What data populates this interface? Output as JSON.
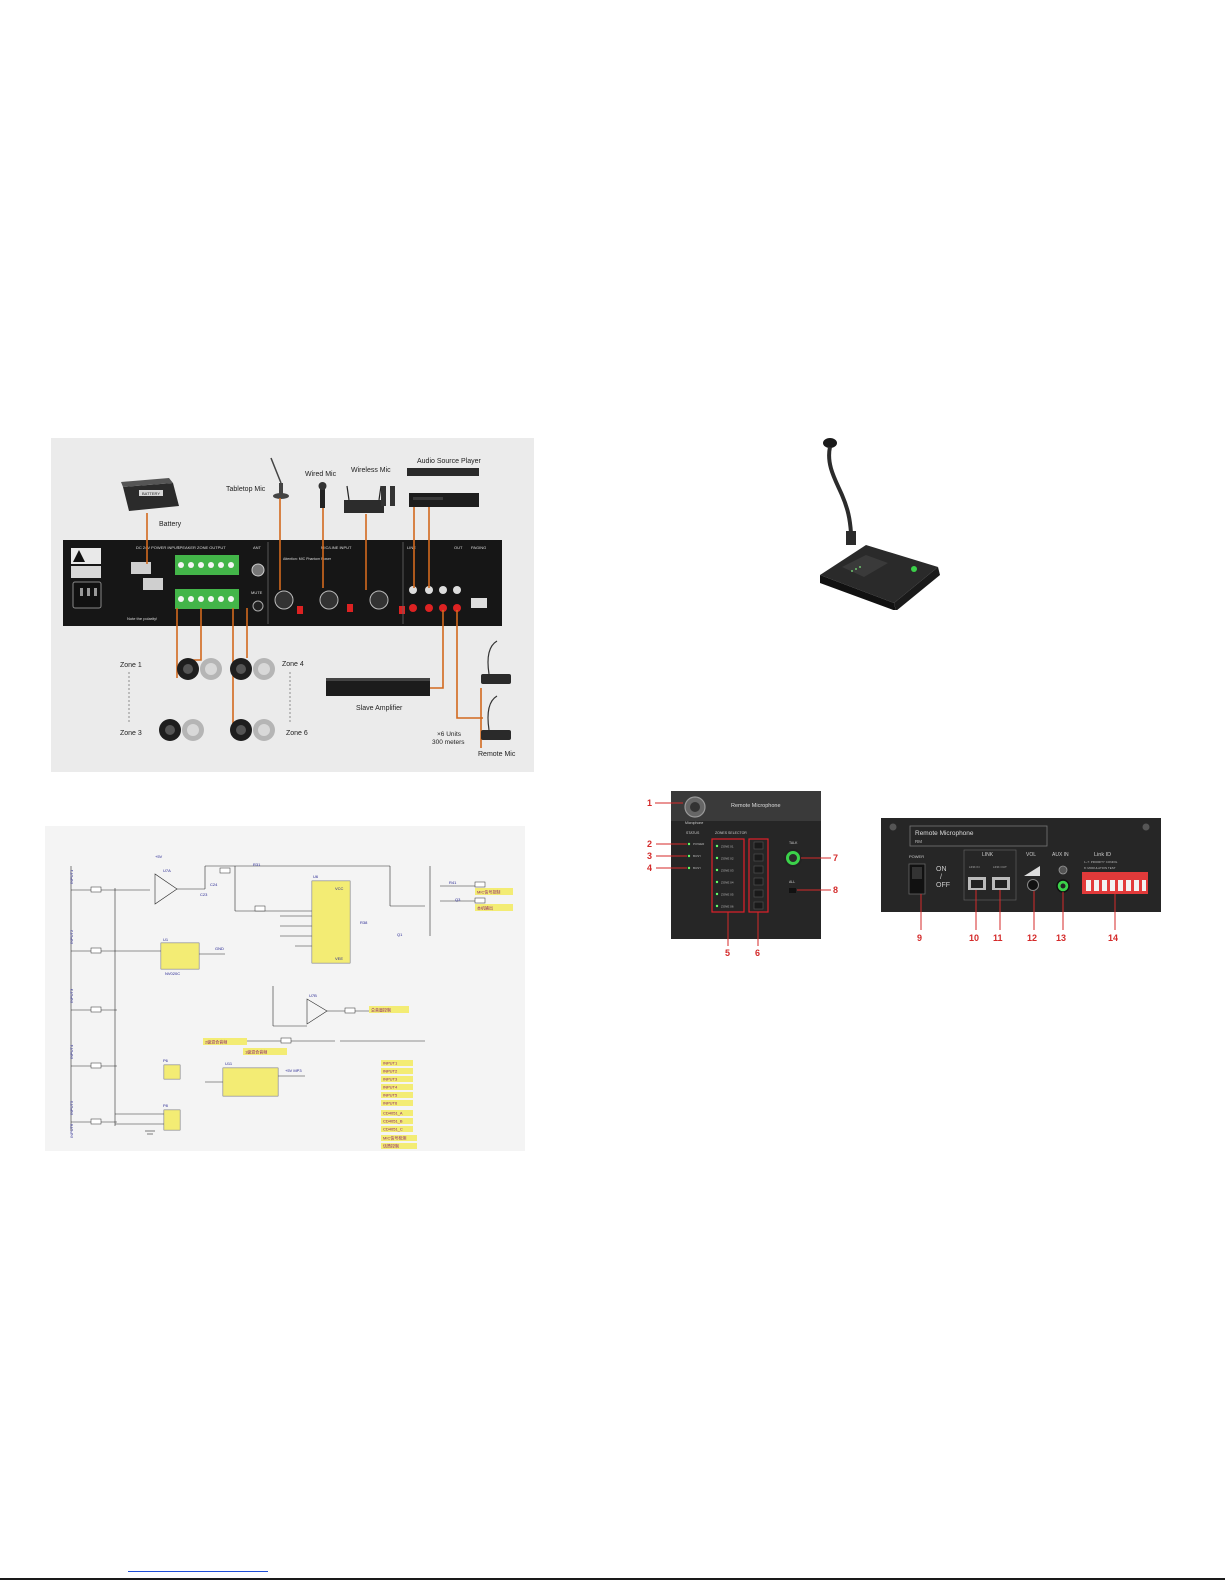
{
  "wiring": {
    "battery": "Battery",
    "battery_brand": "BATTERY",
    "tabletop_mic": "Tabletop Mic",
    "wired_mic": "Wired Mic",
    "wireless_mic": "Wireless Mic",
    "audio_player": "Audio Source Player",
    "zone1": "Zone 1",
    "zone3": "Zone 3",
    "zone4": "Zone 4",
    "zone6": "Zone 6",
    "slave_amp": "Slave Amplifier",
    "units": "×6 Units",
    "meters": "300 meters",
    "remote_mic": "Remote Mic",
    "panel": {
      "power_input": "DC 24V POWER INPUT",
      "speaker_output": "SPEAKER ZONE OUTPUT",
      "ant": "ANT",
      "mic_line_input": "MIC/LINE INPUT",
      "line": "LINE",
      "out": "OUT",
      "paging": "PAGING",
      "mute": "MUTE",
      "note": "Note the polarity!",
      "attention": "Attention: MIC Phantom Power"
    }
  },
  "remote_front": {
    "title": "Remote Microphone",
    "mic_label": "Microphone",
    "status_header": "STATUS",
    "status_items": [
      "POWER",
      "BUSY",
      "BUSY"
    ],
    "zone_header": "ZONES SELECTOR",
    "zones": [
      "ZONE 01",
      "ZONE 02",
      "ZONE 03",
      "ZONE 04",
      "ZONE 05",
      "ZONE 06"
    ],
    "talk": "TALK",
    "all": "ALL",
    "callouts": [
      "1",
      "2",
      "3",
      "4",
      "5",
      "6",
      "7",
      "8"
    ]
  },
  "remote_rear": {
    "title": "Remote Microphone",
    "model": "RM",
    "power": "POWER",
    "on": "ON",
    "slash": "/",
    "off": "OFF",
    "link": "LINK",
    "link_in": "LINK IN",
    "link_out": "LINK OUT",
    "vol": "VOL",
    "aux_in": "AUX IN",
    "link_id": "Link ID",
    "link_id_note1": "1~7: PRIORITY CONFIG",
    "link_id_note2": "8: MODULATION TEST",
    "callouts": [
      "9",
      "10",
      "11",
      "12",
      "13",
      "14"
    ]
  },
  "schematic": {
    "refs": [
      "INPUT1",
      "INPUT2",
      "INPUT3",
      "INPUT4",
      "INPUT5",
      "INPUT6",
      "U7A",
      "U1",
      "U6",
      "U7B",
      "U11",
      "NV020C",
      "R31",
      "R38",
      "R41",
      "C23",
      "C24",
      "Q1",
      "Q3",
      "P6",
      "P8",
      "GND",
      "+5V",
      "+5V MP3",
      "VCC",
      "VEE"
    ],
    "net_labels": [
      "MIC信号控制",
      "本机输出",
      "总音量控制",
      "2级混合音频",
      "1级混合音频",
      "INPUT1",
      "INPUT2",
      "INPUT3",
      "INPUT4",
      "INPUT5",
      "INPUT6",
      "CD4051_A",
      "CD4051_B",
      "CD4051_C",
      "MIC信号检测",
      "话筒控制"
    ]
  }
}
